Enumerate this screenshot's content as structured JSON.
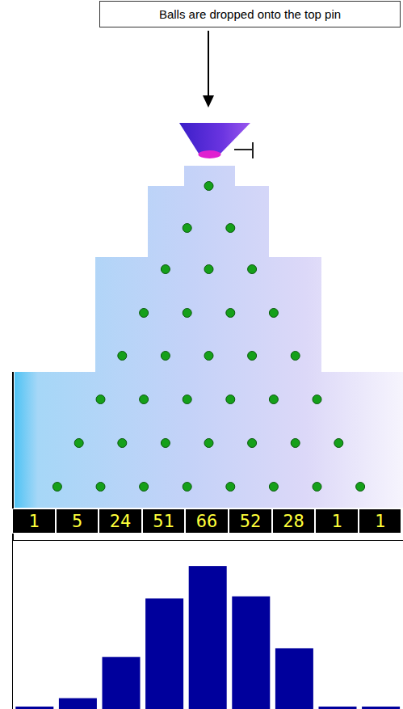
{
  "diagram": {
    "nodes": [
      {
        "text": [
          "Balls are dropped onto the top pin"
        ]
      },
      {
        "text": [
          "1"
        ]
      },
      {
        "text": [
          "5"
        ]
      },
      {
        "text": [
          "24"
        ]
      },
      {
        "text": [
          "51"
        ]
      },
      {
        "text": [
          "66"
        ]
      },
      {
        "text": [
          "52"
        ]
      },
      {
        "text": [
          "28"
        ]
      },
      {
        "text": [
          "1"
        ]
      },
      {
        "text": [
          "1"
        ]
      }
    ]
  }
}
